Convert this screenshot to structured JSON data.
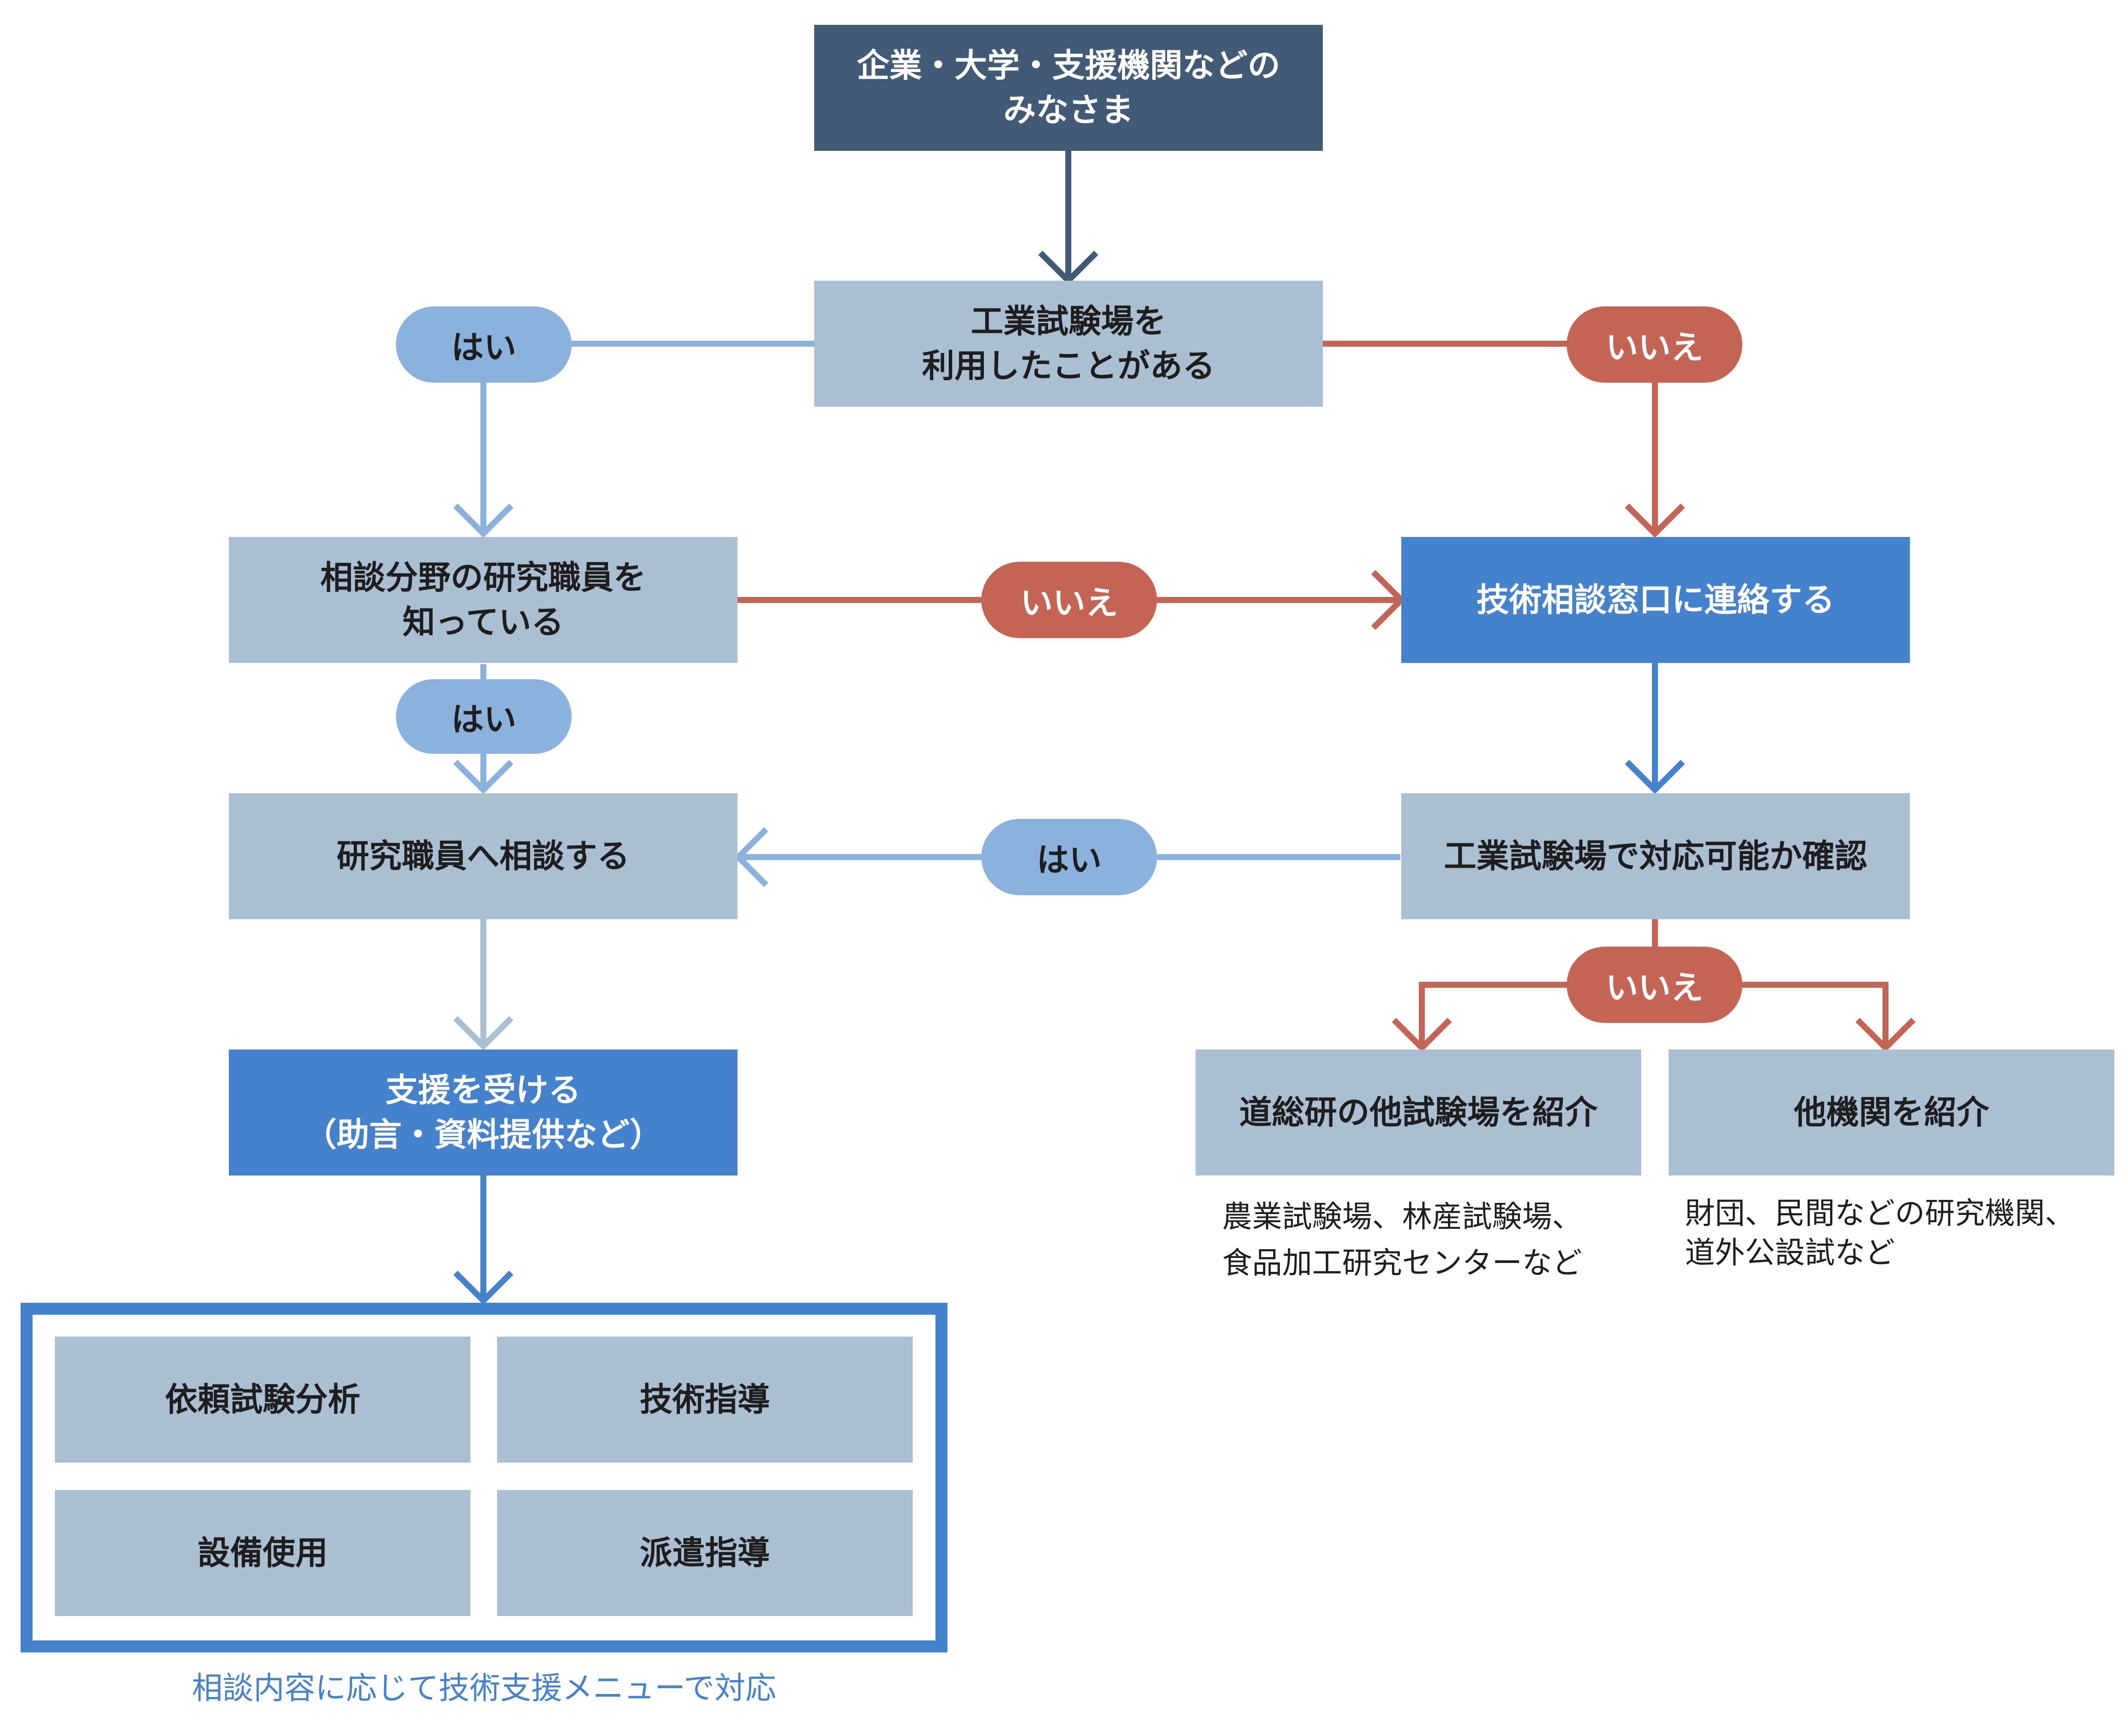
{
  "nodes": {
    "start": "企業・大学・支援機関などの\nみなさま",
    "q_used": "工業試験場を\n利用したことがある",
    "q_know": "相談分野の研究職員を\n知っている",
    "contact_window": "技術相談窓口に連絡する",
    "consult_staff": "研究職員へ相談する",
    "check_capability": "工業試験場で対応可能か確認",
    "receive_support": "支援を受ける\n（助言・資料提供など）",
    "refer_other_sites": "道総研の他試験場を紹介",
    "refer_other_orgs": "他機関を紹介"
  },
  "labels": {
    "yes": "はい",
    "no": "いいえ"
  },
  "notes": {
    "other_sites": "農業試験場、林産試験場、\n食品加工研究センターなど",
    "other_orgs": "財団、民間などの研究機関、\n道外公設試など"
  },
  "menu": {
    "items": [
      "依頼試験分析",
      "技術指導",
      "設備使用",
      "派遣指導"
    ],
    "caption": "相談内容に応じて技術支援メニューで対応"
  },
  "colors": {
    "dark": "#415b76",
    "grey": "#abbfd2",
    "blue": "#4482ce",
    "yes": "#8bb1dd",
    "no": "#c46454"
  }
}
